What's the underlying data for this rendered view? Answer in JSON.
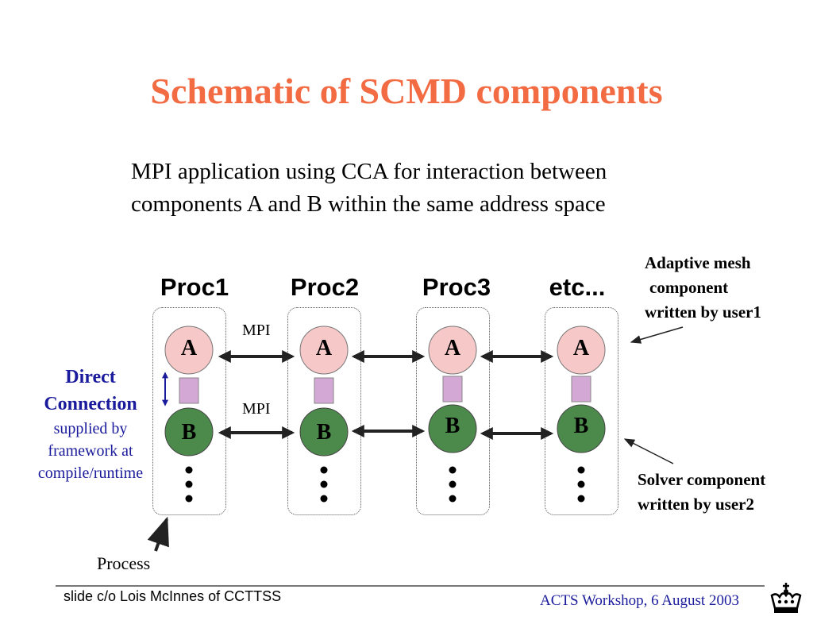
{
  "title": "Schematic of SCMD components",
  "subtitle_lines": [
    "MPI application using CCA for interaction between",
    "components A and B within the same address space"
  ],
  "processes": [
    {
      "label": "Proc1",
      "a": "A",
      "b": "B"
    },
    {
      "label": "Proc2",
      "a": "A",
      "b": "B"
    },
    {
      "label": "Proc3",
      "a": "A",
      "b": "B"
    },
    {
      "label": "etc...",
      "a": "A",
      "b": "B"
    }
  ],
  "mpi_labels": {
    "top": "MPI",
    "bottom": "MPI"
  },
  "annotations": {
    "adaptive_mesh": [
      "Adaptive mesh",
      "component",
      "written by user1"
    ],
    "solver": [
      "Solver component",
      "written by user2"
    ],
    "direct_connection": {
      "title_lines": [
        "Direct",
        "Connection"
      ],
      "detail_lines": [
        "supplied by",
        "framework at",
        "compile/runtime"
      ]
    },
    "process": "Process"
  },
  "footer": {
    "credit": "slide c/o Lois McInnes of CCTTSS",
    "workshop": "ACTS Workshop,  6 August 2003"
  },
  "colors": {
    "title": "#f26b43",
    "component_a": "#f7c8c8",
    "component_b": "#4c8a4c",
    "connector": "#d4a8d4",
    "annotation_blue": "#1a1a9c"
  }
}
